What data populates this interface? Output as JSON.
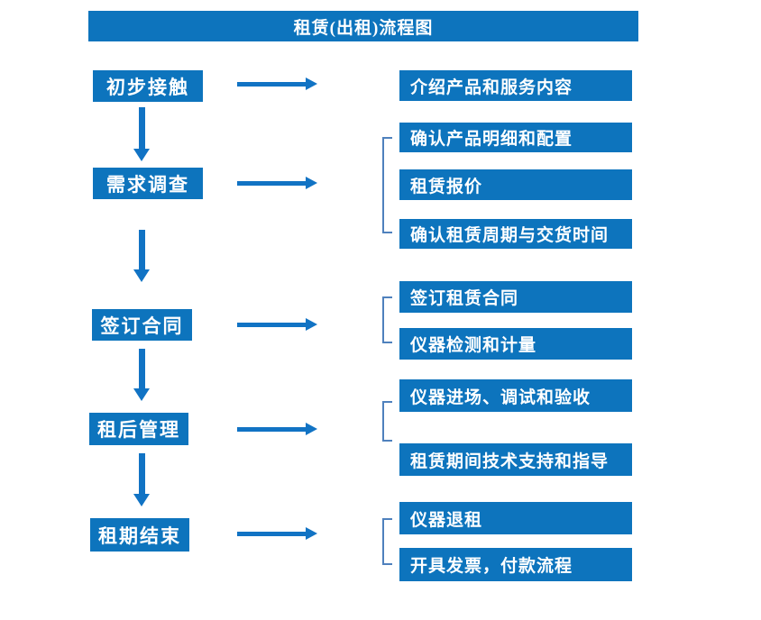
{
  "title": "租赁(出租)流程图",
  "colors": {
    "box_blue": "#0d74bd",
    "arrow_blue": "#1173c4",
    "bracket_blue": "#4f81bd",
    "text_white": "#ffffff",
    "background": "#ffffff"
  },
  "flow": {
    "steps": [
      {
        "label": "初步接触",
        "outputs": [
          "介绍产品和服务内容"
        ]
      },
      {
        "label": "需求调查",
        "outputs": [
          "确认产品明细和配置",
          "租赁报价",
          "确认租赁周期与交货时间"
        ]
      },
      {
        "label": "签订合同",
        "outputs": [
          "签订租赁合同",
          "仪器检测和计量"
        ]
      },
      {
        "label": "租后管理",
        "outputs": [
          "仪器进场、调试和验收",
          "租赁期间技术支持和指导"
        ]
      },
      {
        "label": "租期结束",
        "outputs": [
          "仪器退租",
          "开具发票，付款流程"
        ]
      }
    ]
  }
}
